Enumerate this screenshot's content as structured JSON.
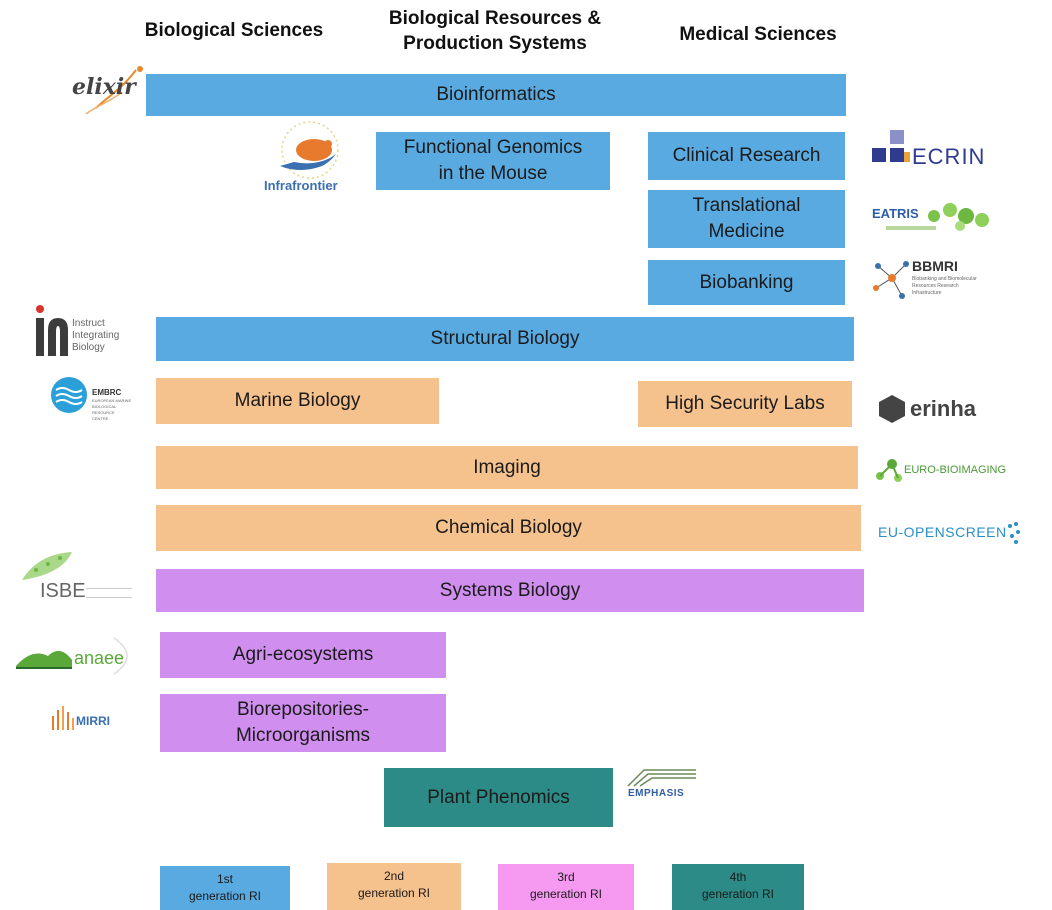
{
  "columns": [
    "Biological Sciences",
    "Biological Resources &\nProduction Systems",
    "Medical Sciences"
  ],
  "infrastructures": {
    "bioinformatics": "Bioinformatics",
    "functional_genomics": "Functional Genomics\nin the Mouse",
    "clinical_research": "Clinical Research",
    "translational_medicine": "Translational\nMedicine",
    "biobanking": "Biobanking",
    "structural_biology": "Structural Biology",
    "marine_biology": "Marine Biology",
    "high_security_labs": "High Security Labs",
    "imaging": "Imaging",
    "chemical_biology": "Chemical Biology",
    "systems_biology": "Systems Biology",
    "agri_ecosystems": "Agri-ecosystems",
    "biorepositories": "Biorepositories-\nMicroorganisms",
    "plant_phenomics": "Plant Phenomics"
  },
  "logos": {
    "elixir": "elixir",
    "infrafrontier": "Infrafrontier",
    "ecrin": "ECRIN",
    "eatris": "EATRIS",
    "bbmri": "BBMRI",
    "bbmri_sub": "Biobanking and Biomolecular Resources Research Infrastructure",
    "instruct_line1": "Instruct",
    "instruct_line2": "Integrating",
    "instruct_line3": "Biology",
    "embrc": "EMBRC",
    "embrc_sub": "EUROPEAN MARINE BIOLOGICAL RESOURCE CENTRE",
    "erinha": "erinha",
    "euro_bioimaging": "EURO-BIOIMAGING",
    "eu_openscreen": "EU-OPENSCREEN",
    "isbe": "ISBE",
    "anaee": "anaee",
    "mirri": "MIRRI",
    "emphasis": "EMPHASIS"
  },
  "legend": [
    {
      "label": "1st\ngeneration RI",
      "color": "#5aaae2"
    },
    {
      "label": "2nd\ngeneration RI",
      "color": "#f5c18d"
    },
    {
      "label": "3rd\ngeneration RI",
      "color": "#f59af0"
    },
    {
      "label": "4th\ngeneration RI",
      "color": "#2c8a87"
    }
  ],
  "colors": {
    "first_gen": "#5aaae2",
    "second_gen": "#f5c18d",
    "third_gen": "#d08eef",
    "fourth_gen": "#2c8a87"
  }
}
